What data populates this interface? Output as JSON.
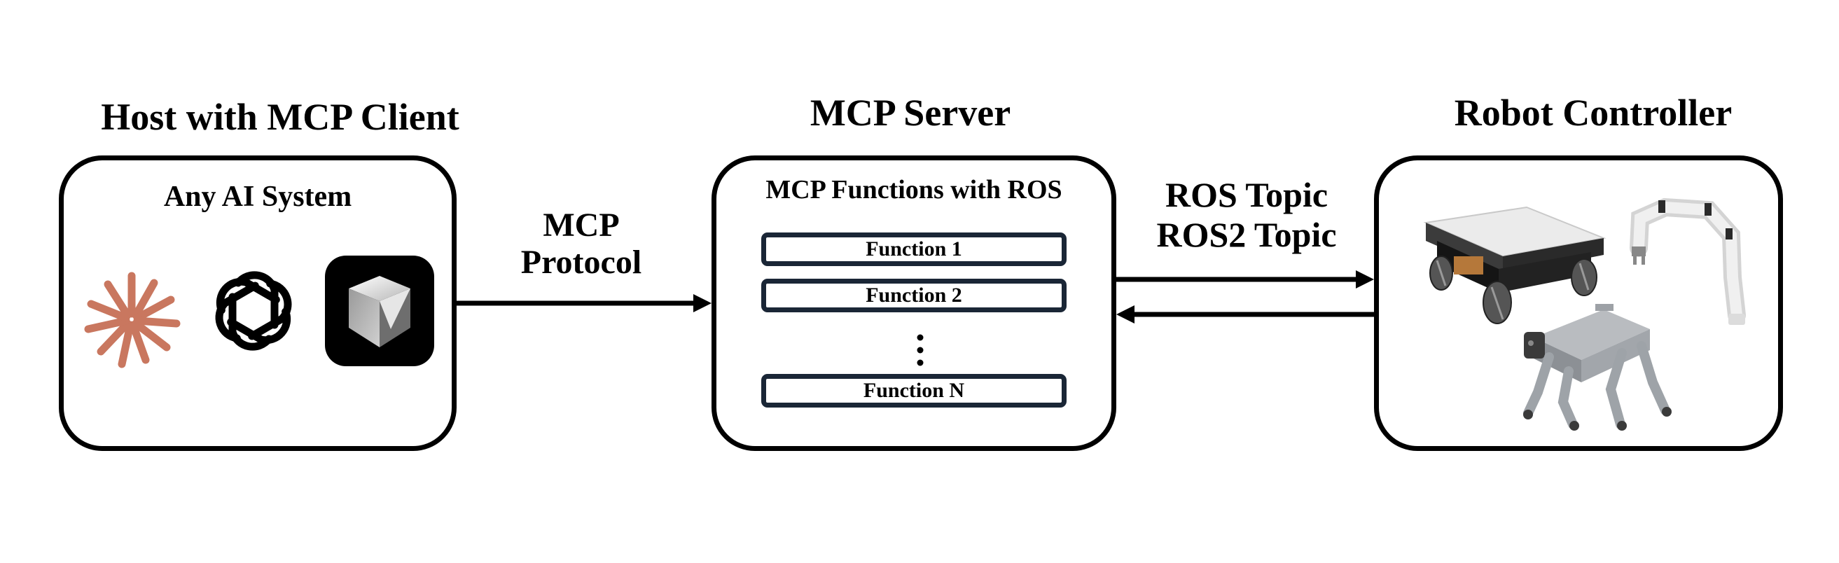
{
  "host": {
    "heading": "Host with MCP Client",
    "subheading": "Any AI System",
    "icons": [
      "claude-starburst-icon",
      "openai-knot-icon",
      "cube-app-icon"
    ]
  },
  "link_left": {
    "line1": "MCP",
    "line2": "Protocol"
  },
  "server": {
    "heading": "MCP Server",
    "subheading": "MCP Functions with ROS",
    "functions": [
      "Function 1",
      "Function 2",
      "Function N"
    ],
    "ellipsis_icon": "vertical-ellipsis-icon"
  },
  "link_right": {
    "line1": "ROS Topic",
    "line2": "ROS2 Topic"
  },
  "robot": {
    "heading": "Robot Controller",
    "icons": [
      "mobile-base-robot-icon",
      "robot-arm-icon",
      "quadruped-robot-icon"
    ]
  },
  "colors": {
    "claude": "#C9775F",
    "function_border": "#1a2636",
    "robot_gray": "#9ea3a8"
  }
}
